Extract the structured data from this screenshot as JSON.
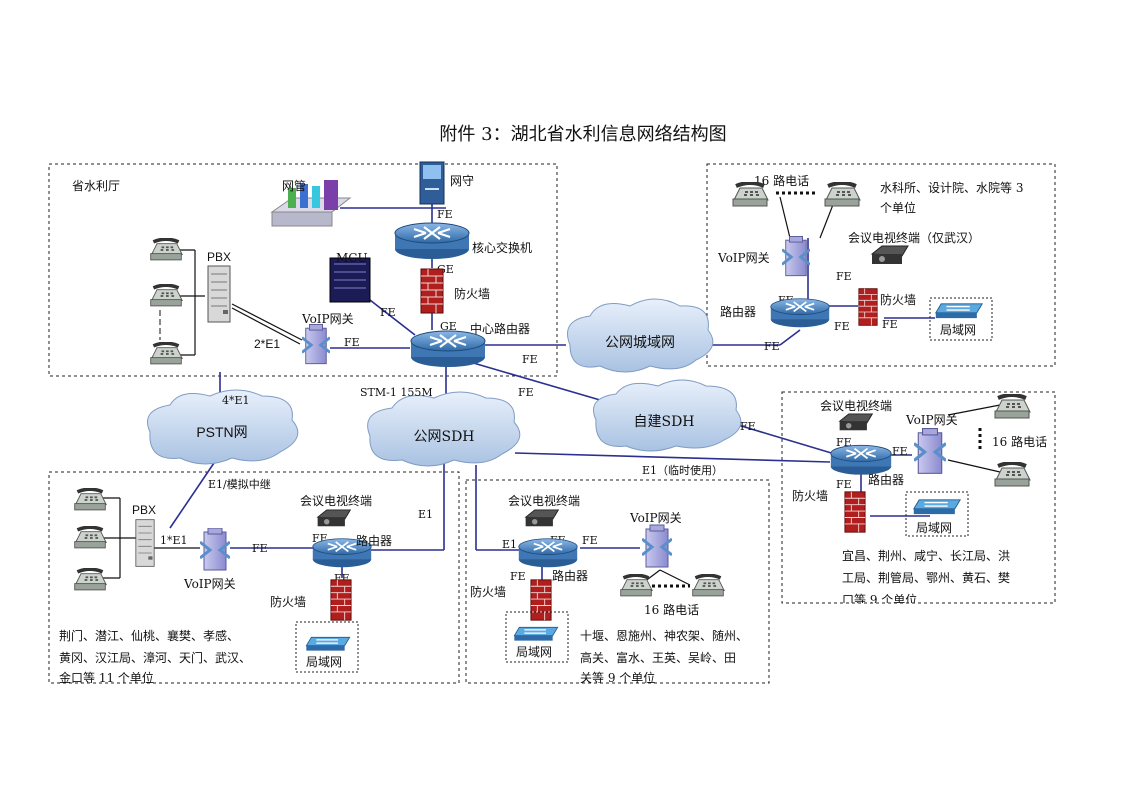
{
  "title": "附件 3：湖北省水利信息网络结构图",
  "colors": {
    "link": "#2b2f8f",
    "cloud": "#c9d9ee",
    "router": "#5a8fc9",
    "firewall": "#a31b1b",
    "frame": "#222222"
  },
  "regions": {
    "hq": "省水利厅",
    "wuhan_desc": [
      "水科所、设计院、水院等 3",
      "个单位"
    ],
    "west_desc": [
      "荆门、潜江、仙桃、襄樊、孝感、",
      "黄冈、汉江局、漳河、天门、武汉、",
      "金口等 11 个单位"
    ],
    "mid_desc": [
      "十堰、恩施州、神农架、随州、",
      "高关、富水、王英、吴岭、田",
      "关等 9 个单位"
    ],
    "east_desc": [
      "宜昌、荆州、咸宁、长江局、洪",
      "工局、荆管局、鄂州、黄石、樊",
      "口等 9 个单位"
    ]
  },
  "clouds": {
    "metro": "公网城域网",
    "pstn": "PSTN网",
    "public_sdh": "公网SDH",
    "private_sdh": "自建SDH"
  },
  "devices": {
    "nms": "网管",
    "guard": "网守",
    "core_switch": "核心交换机",
    "firewall": "防火墙",
    "center_router": "中心路由器",
    "mcu": "MCU",
    "voip": "VoIP网关",
    "pbx": "PBX",
    "router": "路由器",
    "lan": "局域网",
    "video_terminal": "会议电视终端",
    "video_terminal_wuhan": "会议电视终端（仅武汉）",
    "phones16": "16 路电话"
  },
  "links": {
    "fe": "FE",
    "ge": "GE",
    "e1": "E1",
    "e1x2": "2*E1",
    "e1x4": "4*E1",
    "e1x1": "1*E1",
    "stm": "STM-1 155M",
    "e1_analog": "E1/模拟中继",
    "e1_temp": "E1（临时使用）"
  }
}
